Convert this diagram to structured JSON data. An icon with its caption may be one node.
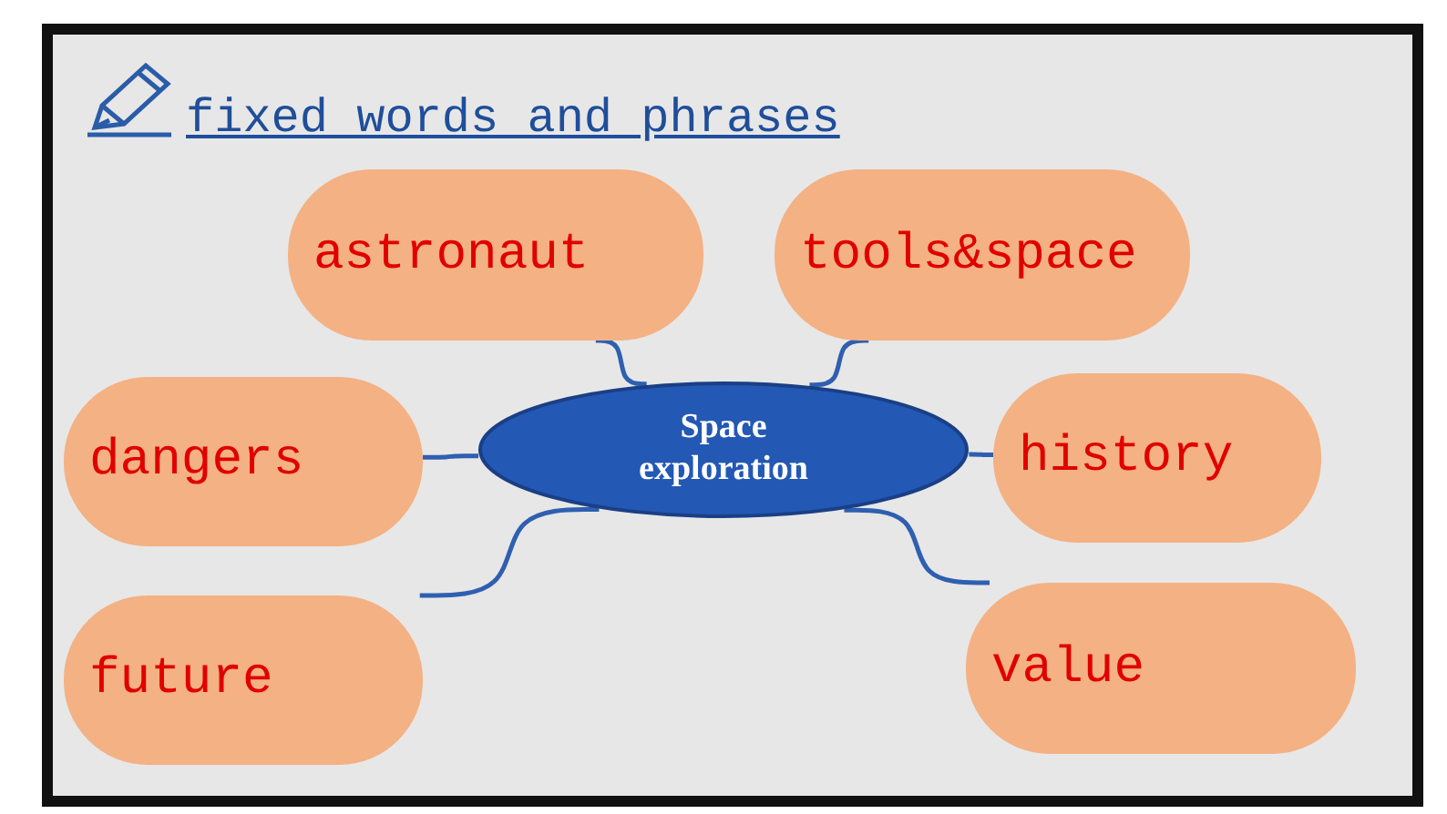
{
  "diagram": {
    "title": "fixed words and phrases",
    "nodes": [
      {
        "text": [
          "Space exploration"
        ]
      },
      {
        "text": [
          "astronaut"
        ]
      },
      {
        "text": [
          "tools&space"
        ]
      },
      {
        "text": [
          "dangers"
        ]
      },
      {
        "text": [
          "history"
        ]
      },
      {
        "text": [
          "future"
        ]
      },
      {
        "text": [
          "value"
        ]
      }
    ],
    "edges": [
      {
        "from": 0,
        "to": 1,
        "arrow": "none"
      },
      {
        "from": 0,
        "to": 2,
        "arrow": "none"
      },
      {
        "from": 0,
        "to": 3,
        "arrow": "none"
      },
      {
        "from": 0,
        "to": 4,
        "arrow": "none"
      },
      {
        "from": 0,
        "to": 5,
        "arrow": "none"
      },
      {
        "from": 0,
        "to": 6,
        "arrow": "none"
      }
    ]
  }
}
